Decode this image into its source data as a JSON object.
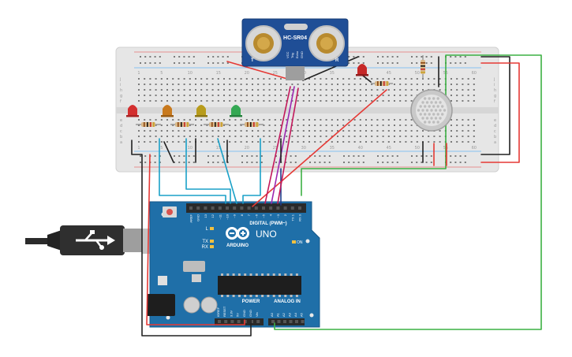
{
  "sensor": {
    "label": "HC-SR04",
    "pin_labels": [
      "VCC",
      "Trig",
      "Echo",
      "GND"
    ],
    "left_mark": "T",
    "right_mark": "R"
  },
  "breadboard": {
    "row_letters_top": [
      "j",
      "i",
      "h",
      "g",
      "f"
    ],
    "row_letters_bottom": [
      "e",
      "d",
      "c",
      "b",
      "a"
    ],
    "column_numbers": [
      "1",
      "5",
      "10",
      "15",
      "20",
      "25",
      "30",
      "35",
      "40",
      "45",
      "50",
      "55",
      "60"
    ]
  },
  "arduino": {
    "brand": "ARDUINO",
    "model": "UNO",
    "digital_label": "DIGITAL (PWM~)",
    "power_label": "POWER",
    "analog_label": "ANALOG IN",
    "on_label": "ON",
    "tx_label": "TX",
    "rx_label": "RX",
    "l_label": "L",
    "ioref_labels": [
      "IOREF",
      "RESET",
      "3.3V",
      "5V",
      "GND",
      "GND",
      "Vin"
    ],
    "analog_pins": [
      "A0",
      "A1",
      "A2",
      "A3",
      "A4",
      "A5"
    ],
    "digital_pins": [
      "AREF",
      "GND",
      "13",
      "12",
      "~11",
      "~10",
      "~9",
      "8",
      "7",
      "~6",
      "~5",
      "4",
      "~3",
      "2",
      "TX 1",
      "RX 0"
    ]
  },
  "colors": {
    "board_blue": "#1f6fa8",
    "wire_red": "#e53935",
    "wire_black": "#222222",
    "wire_blue": "#1aa1c8",
    "wire_purple": "#9c27b0",
    "wire_magenta": "#c2185b",
    "wire_green": "#3cb043",
    "led_red": "#d32f2f",
    "led_orange": "#c8791d",
    "led_yellow": "#b89c1c",
    "led_green": "#34a853"
  }
}
